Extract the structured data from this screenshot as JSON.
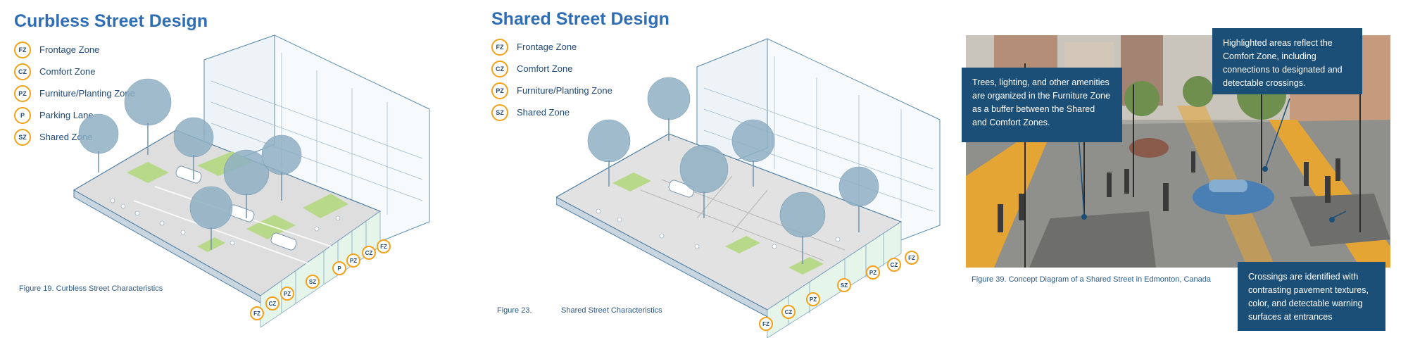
{
  "panels": [
    {
      "title": "Curbless Street Design",
      "legend": [
        {
          "abbr": "FZ",
          "label": "Frontage Zone"
        },
        {
          "abbr": "CZ",
          "label": "Comfort Zone"
        },
        {
          "abbr": "PZ",
          "label": "Furniture/Planting Zone"
        },
        {
          "abbr": "P",
          "label": "Parking Lane"
        },
        {
          "abbr": "SZ",
          "label": "Shared Zone"
        }
      ],
      "diagram_badges": [
        "FZ",
        "CZ",
        "PZ",
        "SZ",
        "P",
        "PZ",
        "CZ",
        "FZ"
      ],
      "caption": "Figure 19.  Curbless Street Characteristics"
    },
    {
      "title": "Shared Street Design",
      "legend": [
        {
          "abbr": "FZ",
          "label": "Frontage Zone"
        },
        {
          "abbr": "CZ",
          "label": "Comfort Zone"
        },
        {
          "abbr": "PZ",
          "label": "Furniture/Planting Zone"
        },
        {
          "abbr": "SZ",
          "label": "Shared Zone"
        }
      ],
      "diagram_badges": [
        "FZ",
        "CZ",
        "PZ",
        "SZ",
        "PZ",
        "CZ",
        "FZ"
      ],
      "caption_number": "Figure 23.",
      "caption_text": "Shared Street Characteristics"
    }
  ],
  "photo_panel": {
    "callouts": [
      "Highlighted areas reflect the Comfort Zone, including connections to designated and detectable crossings.",
      "Trees, lighting, and other amenities are organized in the Furniture Zone as a buffer between the Shared and Comfort Zones.",
      "Crossings are identified with contrasting pavement textures, color, and detectable warning surfaces at entrances"
    ],
    "caption": "Figure 39.  Concept Diagram of a Shared Street in Edmonton, Canada"
  },
  "colors": {
    "title": "#2f6db5",
    "badge_ring": "#f2a21a",
    "callout_bg": "#1c4f77",
    "zone_green": "#e6f5ea",
    "comfort_orange": "#e5a535"
  }
}
